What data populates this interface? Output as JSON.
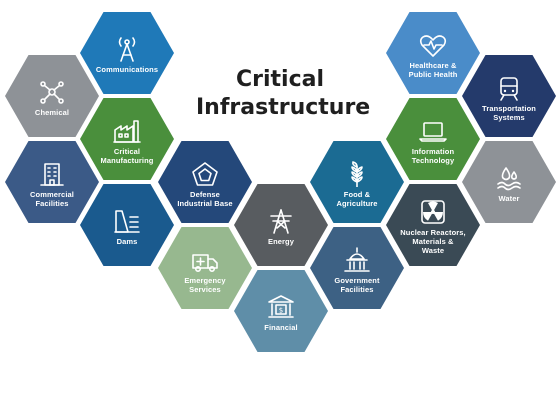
{
  "title": "Critical\nInfrastructure",
  "sectors": [
    {
      "id": "communications",
      "label": "Communications",
      "icon": "antenna-tower-icon",
      "color": "#1f79b8"
    },
    {
      "id": "chemical",
      "label": "Chemical",
      "icon": "molecule-icon",
      "color": "#8e9297"
    },
    {
      "id": "critical-manufacturing",
      "label": "Critical\nManufacturing",
      "icon": "factory-icon",
      "color": "#4a8f3c"
    },
    {
      "id": "commercial-facilities",
      "label": "Commercial\nFacilities",
      "icon": "office-building-icon",
      "color": "#3b5a87"
    },
    {
      "id": "defense-industrial-base",
      "label": "Defense\nIndustrial Base",
      "icon": "pentagon-icon",
      "color": "#24487a"
    },
    {
      "id": "dams",
      "label": "Dams",
      "icon": "dam-icon",
      "color": "#1a5a8e"
    },
    {
      "id": "emergency-services",
      "label": "Emergency\nServices",
      "icon": "ambulance-icon",
      "color": "#97b88f"
    },
    {
      "id": "energy",
      "label": "Energy",
      "icon": "power-pylon-icon",
      "color": "#585c60"
    },
    {
      "id": "financial",
      "label": "Financial",
      "icon": "bank-icon",
      "color": "#5f8ea8"
    },
    {
      "id": "food-agriculture",
      "label": "Food &\nAgriculture",
      "icon": "wheat-icon",
      "color": "#1b6b93"
    },
    {
      "id": "government-facilities",
      "label": "Government\nFacilities",
      "icon": "capitol-dome-icon",
      "color": "#3d6184"
    },
    {
      "id": "healthcare",
      "label": "Healthcare &\nPublic Health",
      "icon": "heart-pulse-icon",
      "color": "#4a8cc9"
    },
    {
      "id": "transportation",
      "label": "Transportation\nSystems",
      "icon": "train-icon",
      "color": "#243a6b"
    },
    {
      "id": "information-technology",
      "label": "Information\nTechnology",
      "icon": "laptop-icon",
      "color": "#4a8f3c"
    },
    {
      "id": "water",
      "label": "Water",
      "icon": "water-drops-icon",
      "color": "#8e9297"
    },
    {
      "id": "nuclear",
      "label": "Nuclear Reactors,\nMaterials &\nWaste",
      "icon": "radiation-icon",
      "color": "#3a4a55"
    }
  ]
}
